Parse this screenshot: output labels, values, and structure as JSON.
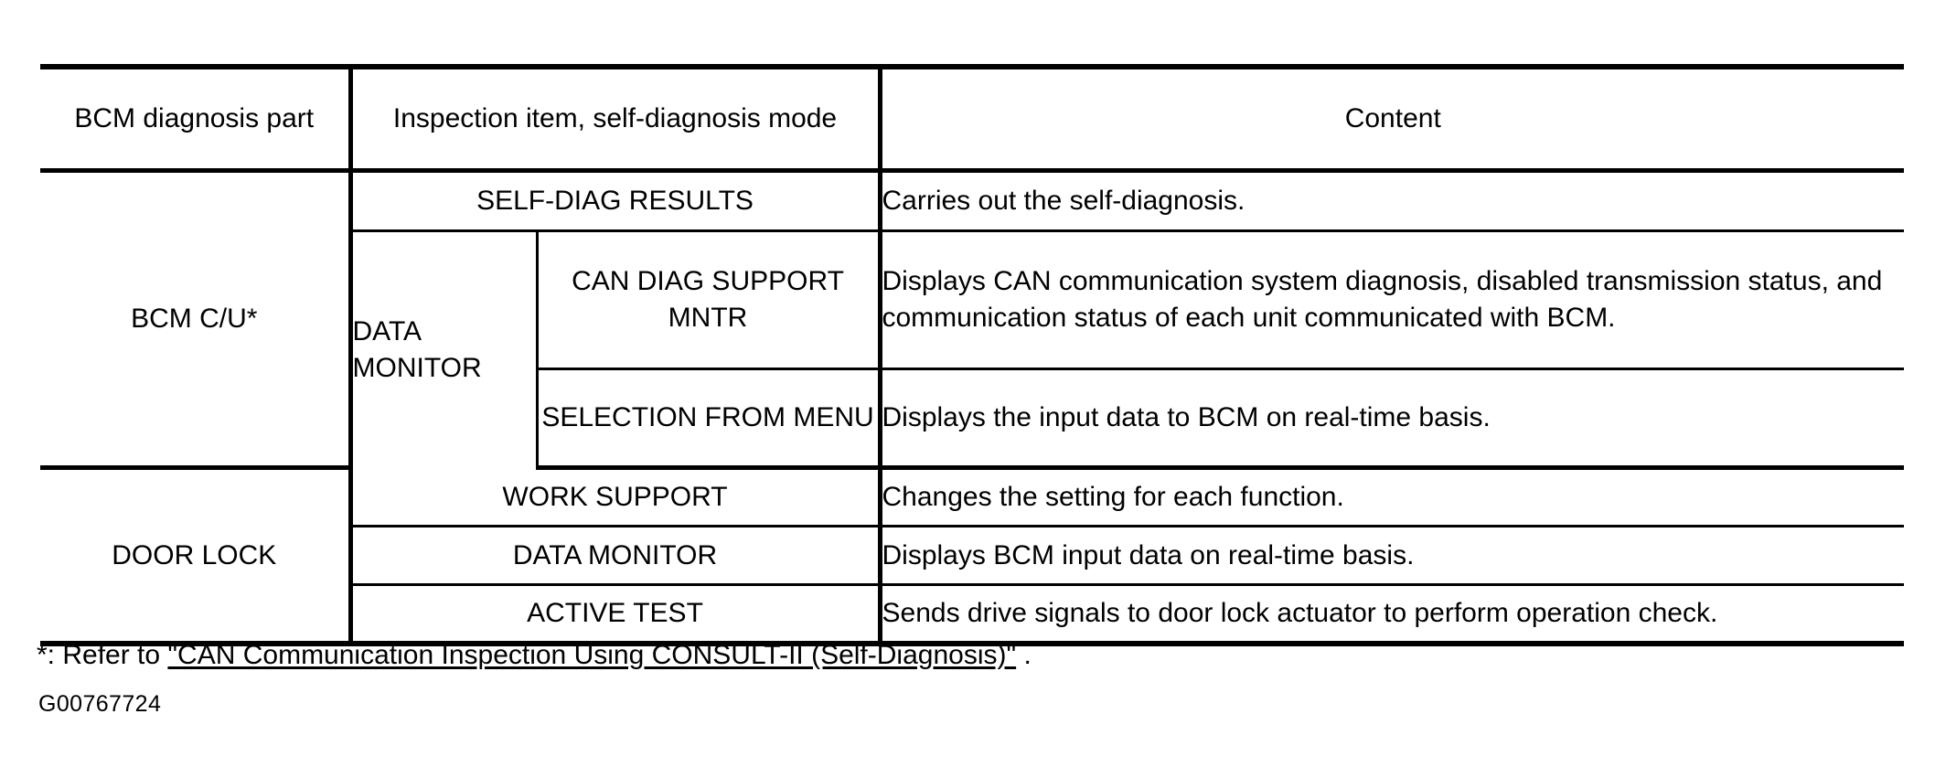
{
  "table": {
    "headers": {
      "part": "BCM diagnosis part",
      "mode": "Inspection item, self-diagnosis mode",
      "content": "Content"
    },
    "groups": [
      {
        "part": "BCM C/U*",
        "rows": [
          {
            "mode": "SELF-DIAG RESULTS",
            "submode": null,
            "content": "Carries out the self-diagnosis."
          },
          {
            "mode": "DATA MONITOR",
            "submode": "CAN DIAG SUPPORT MNTR",
            "content": "Displays CAN communication system diagnosis, disabled transmission status, and communication status of each unit communicated with BCM."
          },
          {
            "mode": null,
            "submode": "SELECTION FROM MENU",
            "content": "Displays the input data to BCM on real-time basis."
          }
        ]
      },
      {
        "part": "DOOR LOCK",
        "rows": [
          {
            "mode": "WORK SUPPORT",
            "submode": null,
            "content": "Changes the setting for each function."
          },
          {
            "mode": "DATA MONITOR",
            "submode": null,
            "content": "Displays BCM input data on real-time basis."
          },
          {
            "mode": "ACTIVE TEST",
            "submode": null,
            "content": "Sends drive signals to door lock actuator to perform operation check."
          }
        ]
      }
    ]
  },
  "footnote": {
    "prefix": "*: Refer to ",
    "link": "\"CAN Communication Inspection Using CONSULT-II (Self-Diagnosis)\"",
    "suffix": " ."
  },
  "figure_id": "G00767724",
  "colors": {
    "text": "#000000",
    "rule": "#000000",
    "background": "#ffffff"
  }
}
